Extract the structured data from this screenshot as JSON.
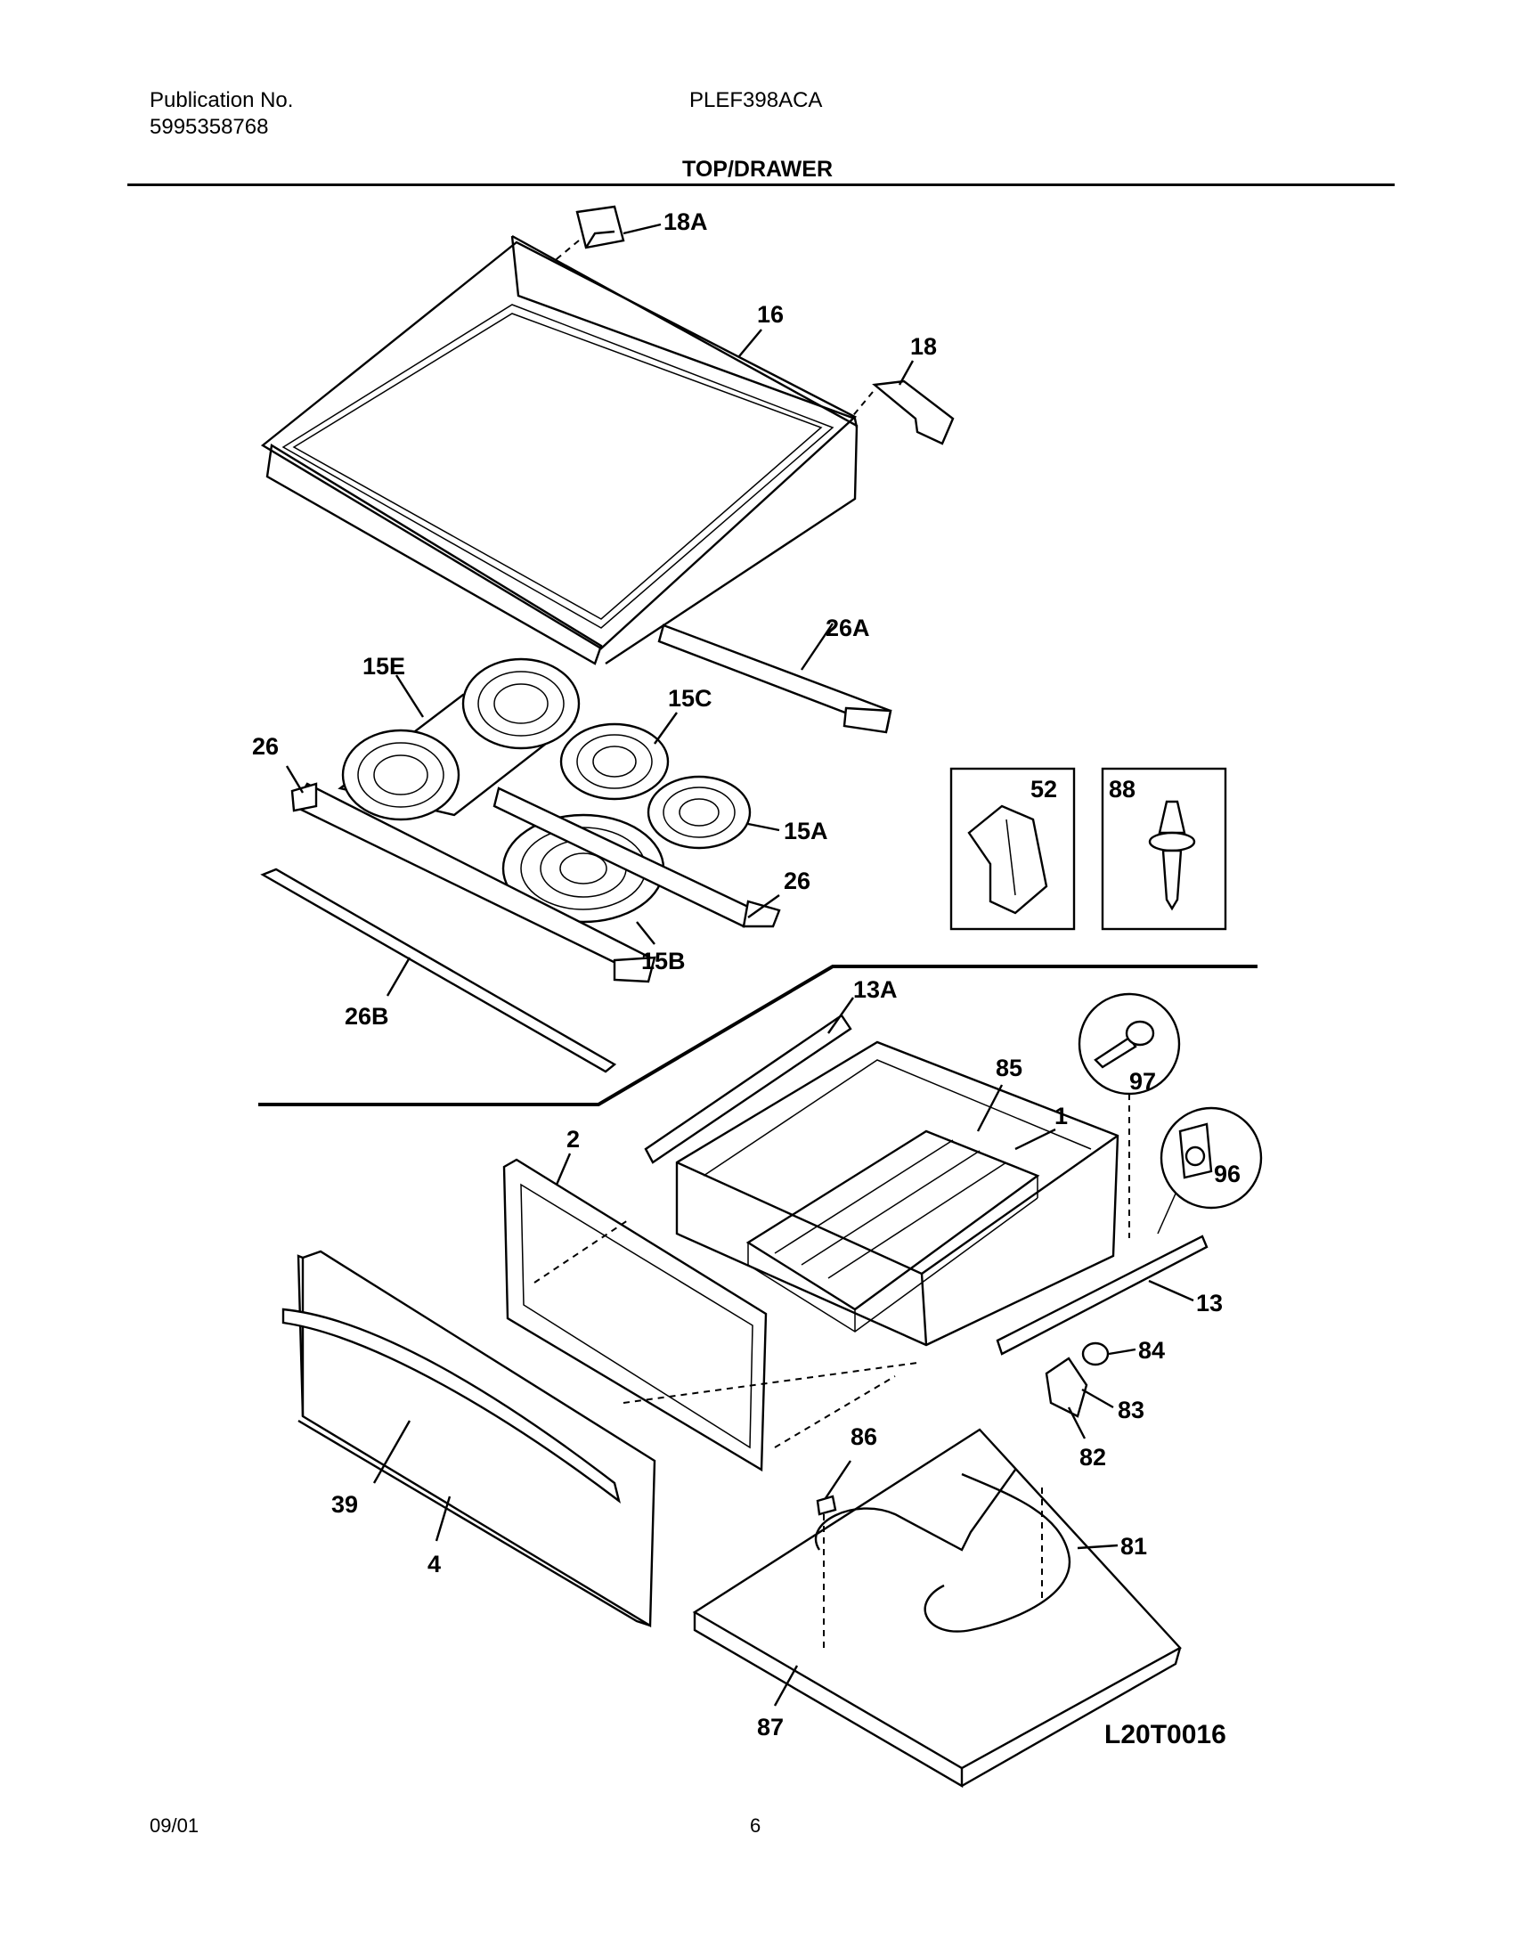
{
  "header": {
    "publication_label": "Publication No.",
    "publication_number": "5995358768",
    "model": "PLEF398ACA",
    "section_title": "TOP/DRAWER"
  },
  "diagram": {
    "drawing_number": "L20T0016",
    "part_callouts": [
      "18A",
      "16",
      "18",
      "26A",
      "15E",
      "15C",
      "26",
      "15A",
      "26",
      "15B",
      "26B",
      "52",
      "88",
      "13A",
      "85",
      "1",
      "97",
      "96",
      "2",
      "13",
      "84",
      "83",
      "82",
      "86",
      "81",
      "39",
      "4",
      "87"
    ]
  },
  "footer": {
    "date": "09/01",
    "page": "6"
  }
}
